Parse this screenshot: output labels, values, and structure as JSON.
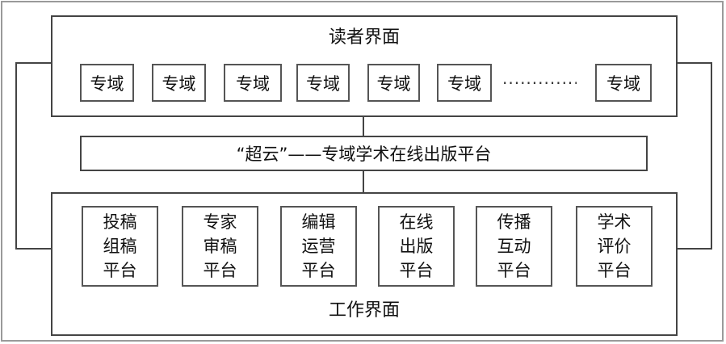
{
  "reader_interface": {
    "title": "读者界面",
    "domains": [
      "专域",
      "专域",
      "专域",
      "专域",
      "专域",
      "专域",
      "专域"
    ],
    "ellipsis": "··············"
  },
  "platform": {
    "title": "“超云”——专域学术在线出版平台"
  },
  "work_interface": {
    "title": "工作界面",
    "platforms": [
      {
        "lines": [
          "投稿",
          "组稿",
          "平台"
        ]
      },
      {
        "lines": [
          "专家",
          "审稿",
          "平台"
        ]
      },
      {
        "lines": [
          "编辑",
          "运营",
          "平台"
        ]
      },
      {
        "lines": [
          "在线",
          "出版",
          "平台"
        ]
      },
      {
        "lines": [
          "传播",
          "互动",
          "平台"
        ]
      },
      {
        "lines": [
          "学术",
          "评价",
          "平台"
        ]
      }
    ]
  }
}
